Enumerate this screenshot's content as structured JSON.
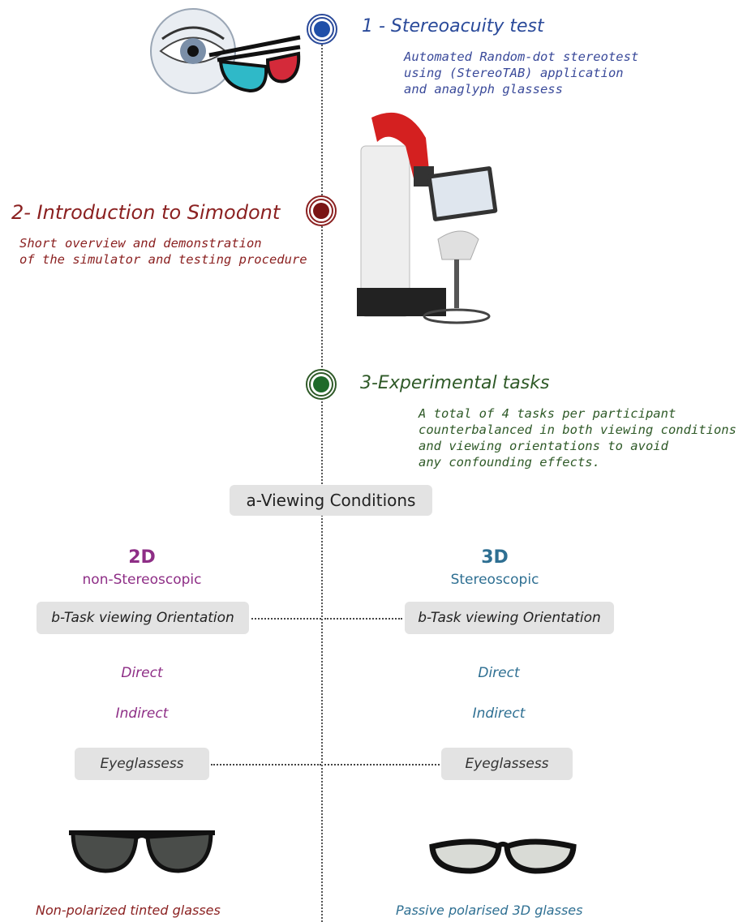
{
  "step1": {
    "title": "1 - Stereoacuity test",
    "description": "Automated Random-dot stereotest\nusing (StereoTAB) application\nand anaglyph glassess",
    "color": "#2a4a9a"
  },
  "step2": {
    "title": "2-  Introduction to Simodont",
    "description": "Short overview and demonstration\nof the simulator and testing procedure",
    "color": "#8b2121"
  },
  "step3": {
    "title": "3-Experimental tasks",
    "description": "A total of 4 tasks per participant\ncounterbalanced in both viewing conditions\nand viewing orientations to avoid\nany confounding effects.",
    "color": "#2f5a28"
  },
  "viewing_conditions": "a-Viewing Conditions",
  "left": {
    "title": "2D",
    "subtitle": "non-Stereoscopic",
    "orientation": "b-Task viewing Orientation",
    "direct": "Direct",
    "indirect": "Indirect",
    "eyeglasses": "Eyeglassess",
    "caption": "Non-polarized tinted glasses",
    "color": "#8e2e86"
  },
  "right": {
    "title": "3D",
    "subtitle": "Stereoscopic",
    "orientation": "b-Task viewing Orientation",
    "direct": "Direct",
    "indirect": "Indirect",
    "eyeglasses": "Eyeglassess",
    "caption": "Passive polarised 3D glasses",
    "color": "#2e6f92"
  }
}
